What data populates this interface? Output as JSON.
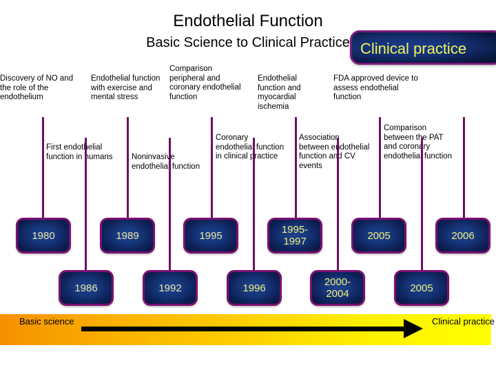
{
  "slide": {
    "title": "Endothelial Function",
    "subtitle": "Basic Science to Clinical Practice"
  },
  "banner": {
    "label": "Clinical practice",
    "text_color": "#f2f25a",
    "border_color": "#7a1a7a",
    "fill_color": "#143070"
  },
  "colors": {
    "connector_line": "#6b1060",
    "box_border": "#7a1070",
    "box_fill": "#17377c",
    "box_text": "#ece6a8",
    "gradient_start": "#f59000",
    "gradient_end": "#ffff00",
    "arrow": "#000000"
  },
  "notes_top": [
    {
      "text": "Discovery of NO and the role of the endothelium"
    },
    {
      "text": "Endothelial function with exercise and mental stress"
    },
    {
      "text": "Comparison peripheral and coronary endothelial function"
    },
    {
      "text": "Endothelial function and myocardial ischemia"
    },
    {
      "text": "FDA approved device to assess endothelial function"
    }
  ],
  "notes_mid": [
    {
      "text": "First endothelial function in humans"
    },
    {
      "text": "Noninvasive endothelial function"
    },
    {
      "text": "Coronary endothelial function in clinical practice"
    },
    {
      "text": "Association between endothelial function and CV events"
    },
    {
      "text": "Comparison between the PAT and coronary endothelial function"
    }
  ],
  "years_top": [
    {
      "label": "1980"
    },
    {
      "label": "1989"
    },
    {
      "label": "1995"
    },
    {
      "label": "1995-1997"
    },
    {
      "label": "2005"
    },
    {
      "label": "2006"
    }
  ],
  "years_bottom": [
    {
      "label": "1986"
    },
    {
      "label": "1992"
    },
    {
      "label": "1996"
    },
    {
      "label": "2000-2004"
    },
    {
      "label": "2005"
    }
  ],
  "footer": {
    "left_label": "Basic science",
    "right_label": "Clinical practice",
    "arrow_direction": "right"
  }
}
